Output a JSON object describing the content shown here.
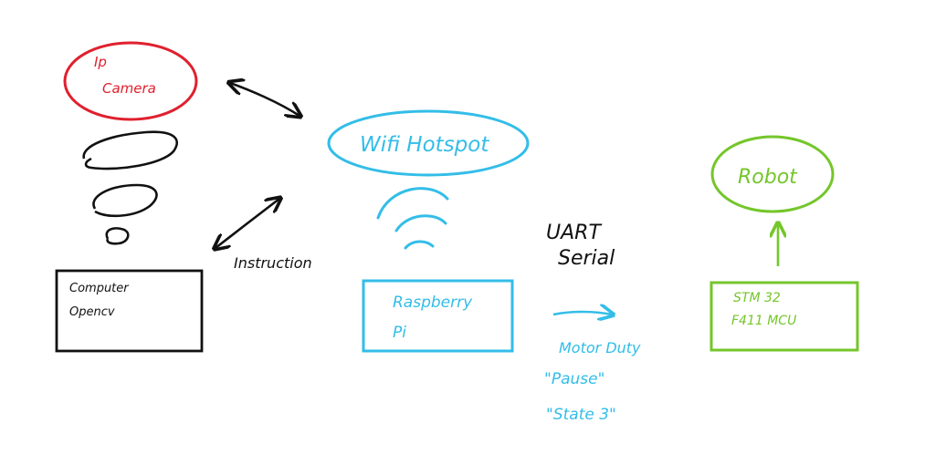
{
  "colors": {
    "camera": "#e0202e",
    "network": "#33bde8",
    "robot": "#74c62a",
    "ink": "#111111"
  },
  "nodes": {
    "ip_camera": {
      "line1": "Ip",
      "line2": "Camera"
    },
    "wifi_hotspot": {
      "label": "Wifi Hotspot"
    },
    "computer": {
      "line1": "Computer",
      "line2": "Opencv"
    },
    "raspberry_pi": {
      "line1": "Raspberry",
      "line2": "Pi"
    },
    "robot": {
      "label": "Robot"
    },
    "stm32": {
      "line1": "STM 32",
      "line2": "F411 MCU"
    }
  },
  "labels": {
    "instruction": "Instruction",
    "uart_line1": "UART",
    "uart_line2": "Serial",
    "motor_duty": "Motor Duty",
    "pause": "\"Pause\"",
    "state3": "\"State 3\""
  },
  "icons": [
    "wifi-signal-icon"
  ]
}
